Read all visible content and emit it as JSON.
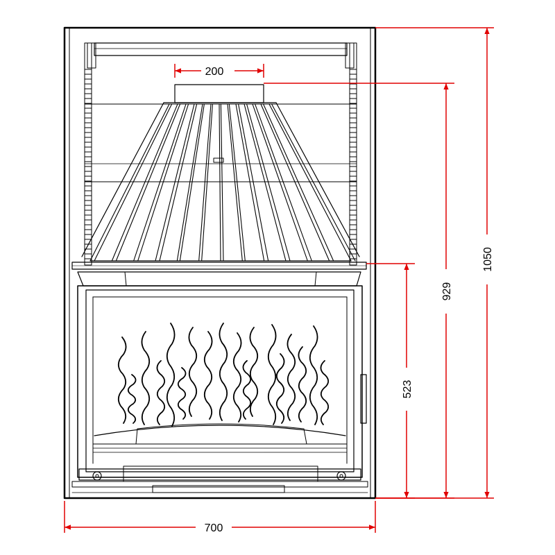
{
  "dimensions": {
    "flue_diameter": "200",
    "overall_width": "700",
    "overall_height": "1050",
    "height_to_flue": "929",
    "height_to_hood": "523"
  },
  "colors": {
    "dimension_lines": "#e10000",
    "drawing_lines": "#000000",
    "background": "#ffffff"
  }
}
